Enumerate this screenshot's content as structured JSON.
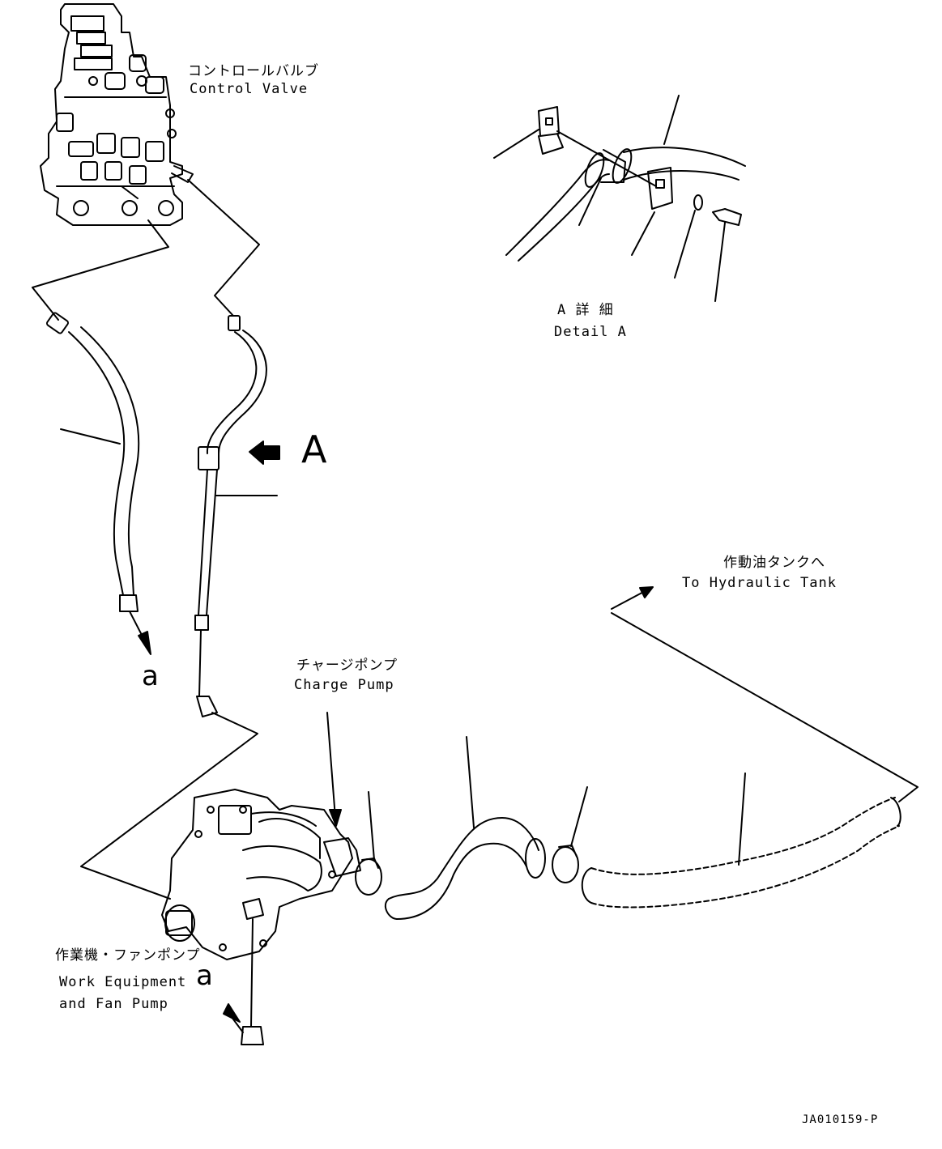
{
  "labels": {
    "control_valve_jp": "コントロールバルブ",
    "control_valve_en": "Control Valve",
    "detail_jp": "A 詳 細",
    "detail_en": "Detail A",
    "view_a": "A",
    "tank_jp": "作動油タンクへ",
    "tank_en": "To Hydraulic Tank",
    "charge_pump_jp": "チャージポンプ",
    "charge_pump_en": "Charge Pump",
    "work_pump_jp": "作業機・ファンポンプ",
    "work_pump_en_1": "Work Equipment",
    "work_pump_en_2": "and Fan Pump",
    "marker_a_1": "a",
    "marker_a_2": "a",
    "drawing_code": "JA010159-P"
  }
}
